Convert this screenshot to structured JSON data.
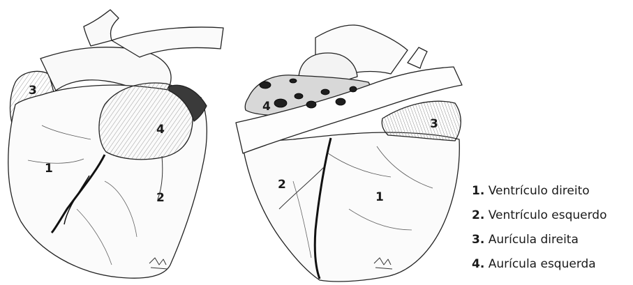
{
  "figure": {
    "left_heart_labels": [
      "1",
      "2",
      "3",
      "4"
    ],
    "right_heart_labels": [
      "1",
      "2",
      "3",
      "4"
    ]
  },
  "legend": {
    "items": [
      {
        "number": "1.",
        "label": "Ventrículo direito"
      },
      {
        "number": "2.",
        "label": "Ventrículo esquerdo"
      },
      {
        "number": "3.",
        "label": "Aurícula direita"
      },
      {
        "number": "4.",
        "label": "Aurícula esquerda"
      }
    ]
  }
}
